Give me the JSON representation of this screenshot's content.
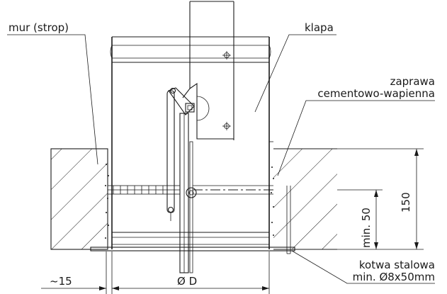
{
  "labels": {
    "wall": "mur (strop)",
    "damper": "klapa",
    "mortar_line1": "zaprawa",
    "mortar_line2": "cementowo-wapienna",
    "anchor_line1": "kotwa stalowa",
    "anchor_line2": "min. Ø8x50mm"
  },
  "dimensions": {
    "gap": "~15",
    "diameter": "Ø D",
    "min_depth": "min. 50",
    "wall_thickness": "150"
  }
}
